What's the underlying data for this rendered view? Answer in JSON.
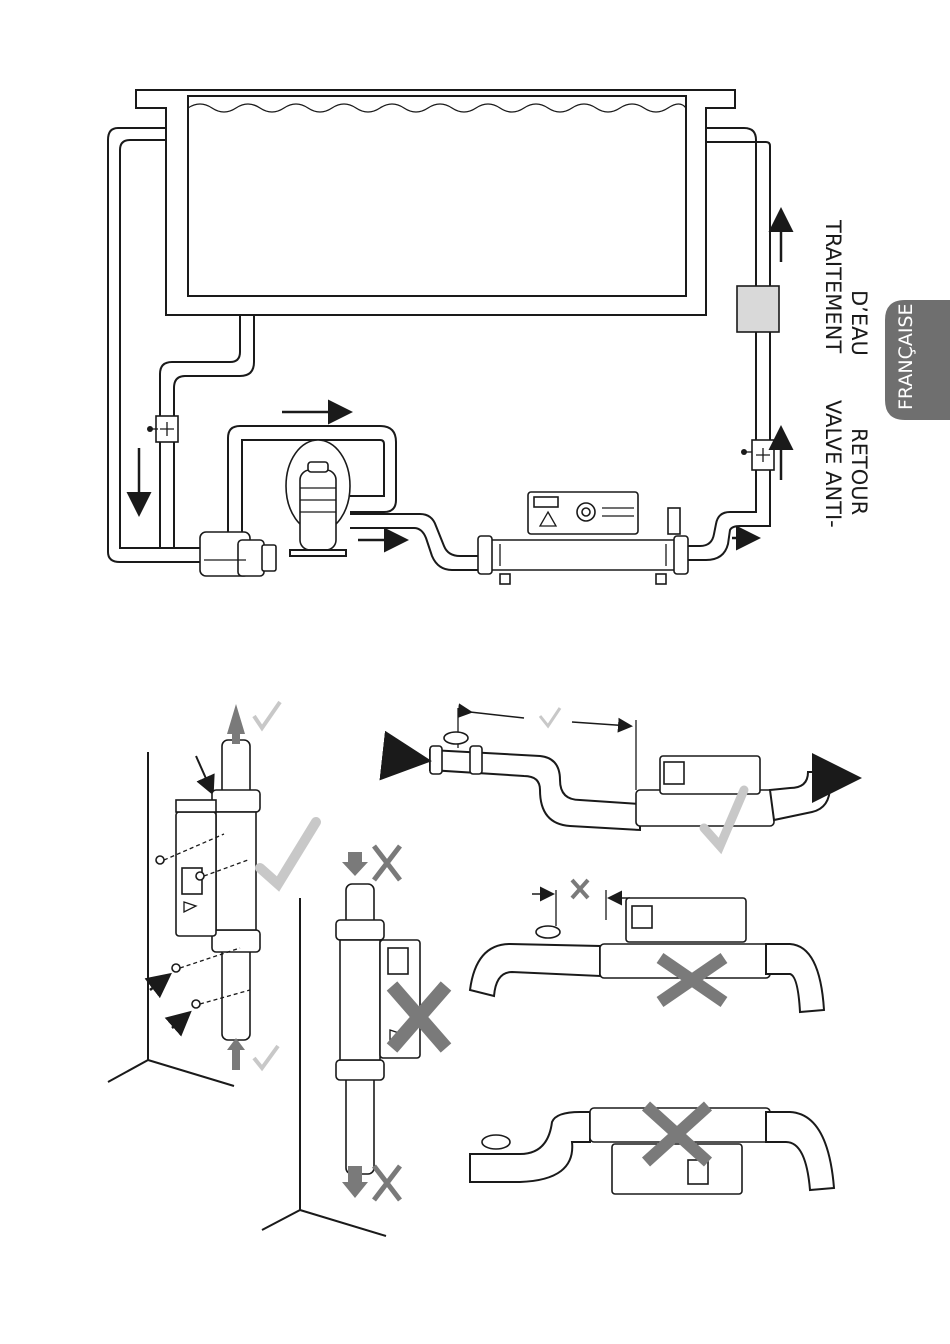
{
  "labels": {
    "water_treatment_line1": "TRAITEMENT",
    "water_treatment_line2": "D’EAU",
    "check_valve_line1": "VALVE ANTI-",
    "check_valve_line2": "RETOUR",
    "language_tab": "FRANÇAISE"
  },
  "colors": {
    "ink": "#1a1a1a",
    "tab": "#6f6f6f",
    "wrong_mark": "#7a7a7a",
    "correct_mark": "#c8c8c8",
    "treatment_box": "#d9d9d9"
  }
}
